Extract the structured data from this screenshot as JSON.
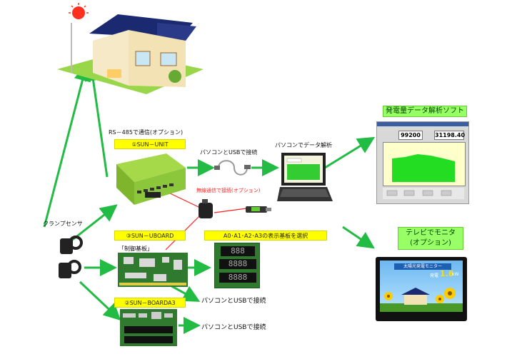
{
  "house": {
    "icon": "house-with-solar-panels-icon"
  },
  "labels": {
    "rs485": "RS－485で通信(オプション)",
    "sun_unit": "①SUN－UNIT",
    "usb_connect_small": "パソコンとUSBで接続",
    "wireless": "無線通信で接続(オプション)",
    "pc_analysis": "パソコンでデータ解析",
    "clamp_sensor": "クランプセンサ",
    "sun_uboard": "③SUN－UBOARD",
    "control_board": "「制御基板」",
    "display_select": "A0･A1･A2･A3の表示基板を選択",
    "sun_boarda3": "②SUN－BOARDA3",
    "usb_connect_1": "パソコンとUSBで接続",
    "usb_connect_2": "パソコンとUSBで接続",
    "software_title": "発電量データ解析ソフト",
    "tv_title": "テレビでモニタ\n(オプション)"
  },
  "software": {
    "value1": "99200",
    "value2": "31198.40"
  },
  "tv": {
    "title": "太陽光発電モニター",
    "reading_label": "発電",
    "reading": "1.6",
    "unit": "kW"
  },
  "display_board": {
    "row1": "888",
    "row2": "8888",
    "row3": "8888"
  },
  "colors": {
    "arrow": "#22bb44",
    "device": "#88cc33",
    "red_line": "#ff2020",
    "yellow": "#ffff00"
  }
}
